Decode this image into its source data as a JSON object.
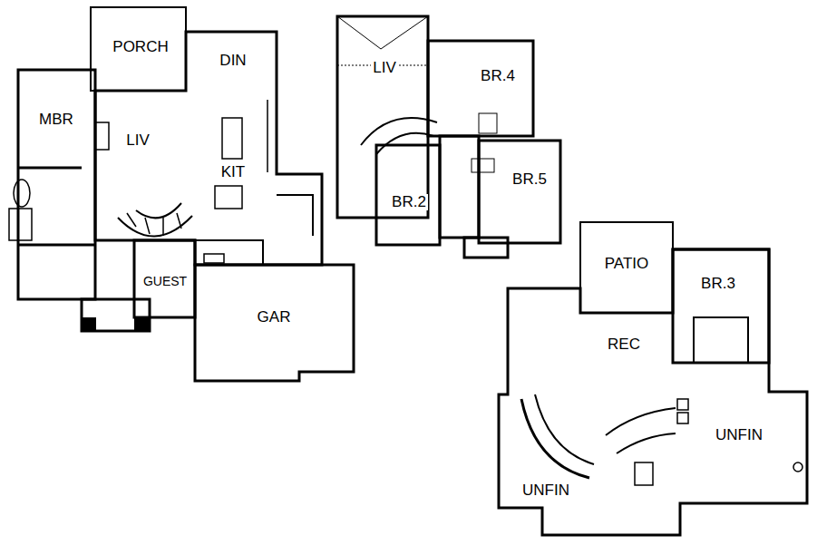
{
  "diagram": {
    "labels": [
      "PORCH",
      "DIN",
      "MBR",
      "LIV",
      "KIT",
      "GUEST",
      "GAR",
      "LIV",
      "BR.4",
      "BR.2",
      "BR.5",
      "PATIO",
      "BR.3",
      "REC",
      "UNFIN",
      "UNFIN"
    ]
  }
}
